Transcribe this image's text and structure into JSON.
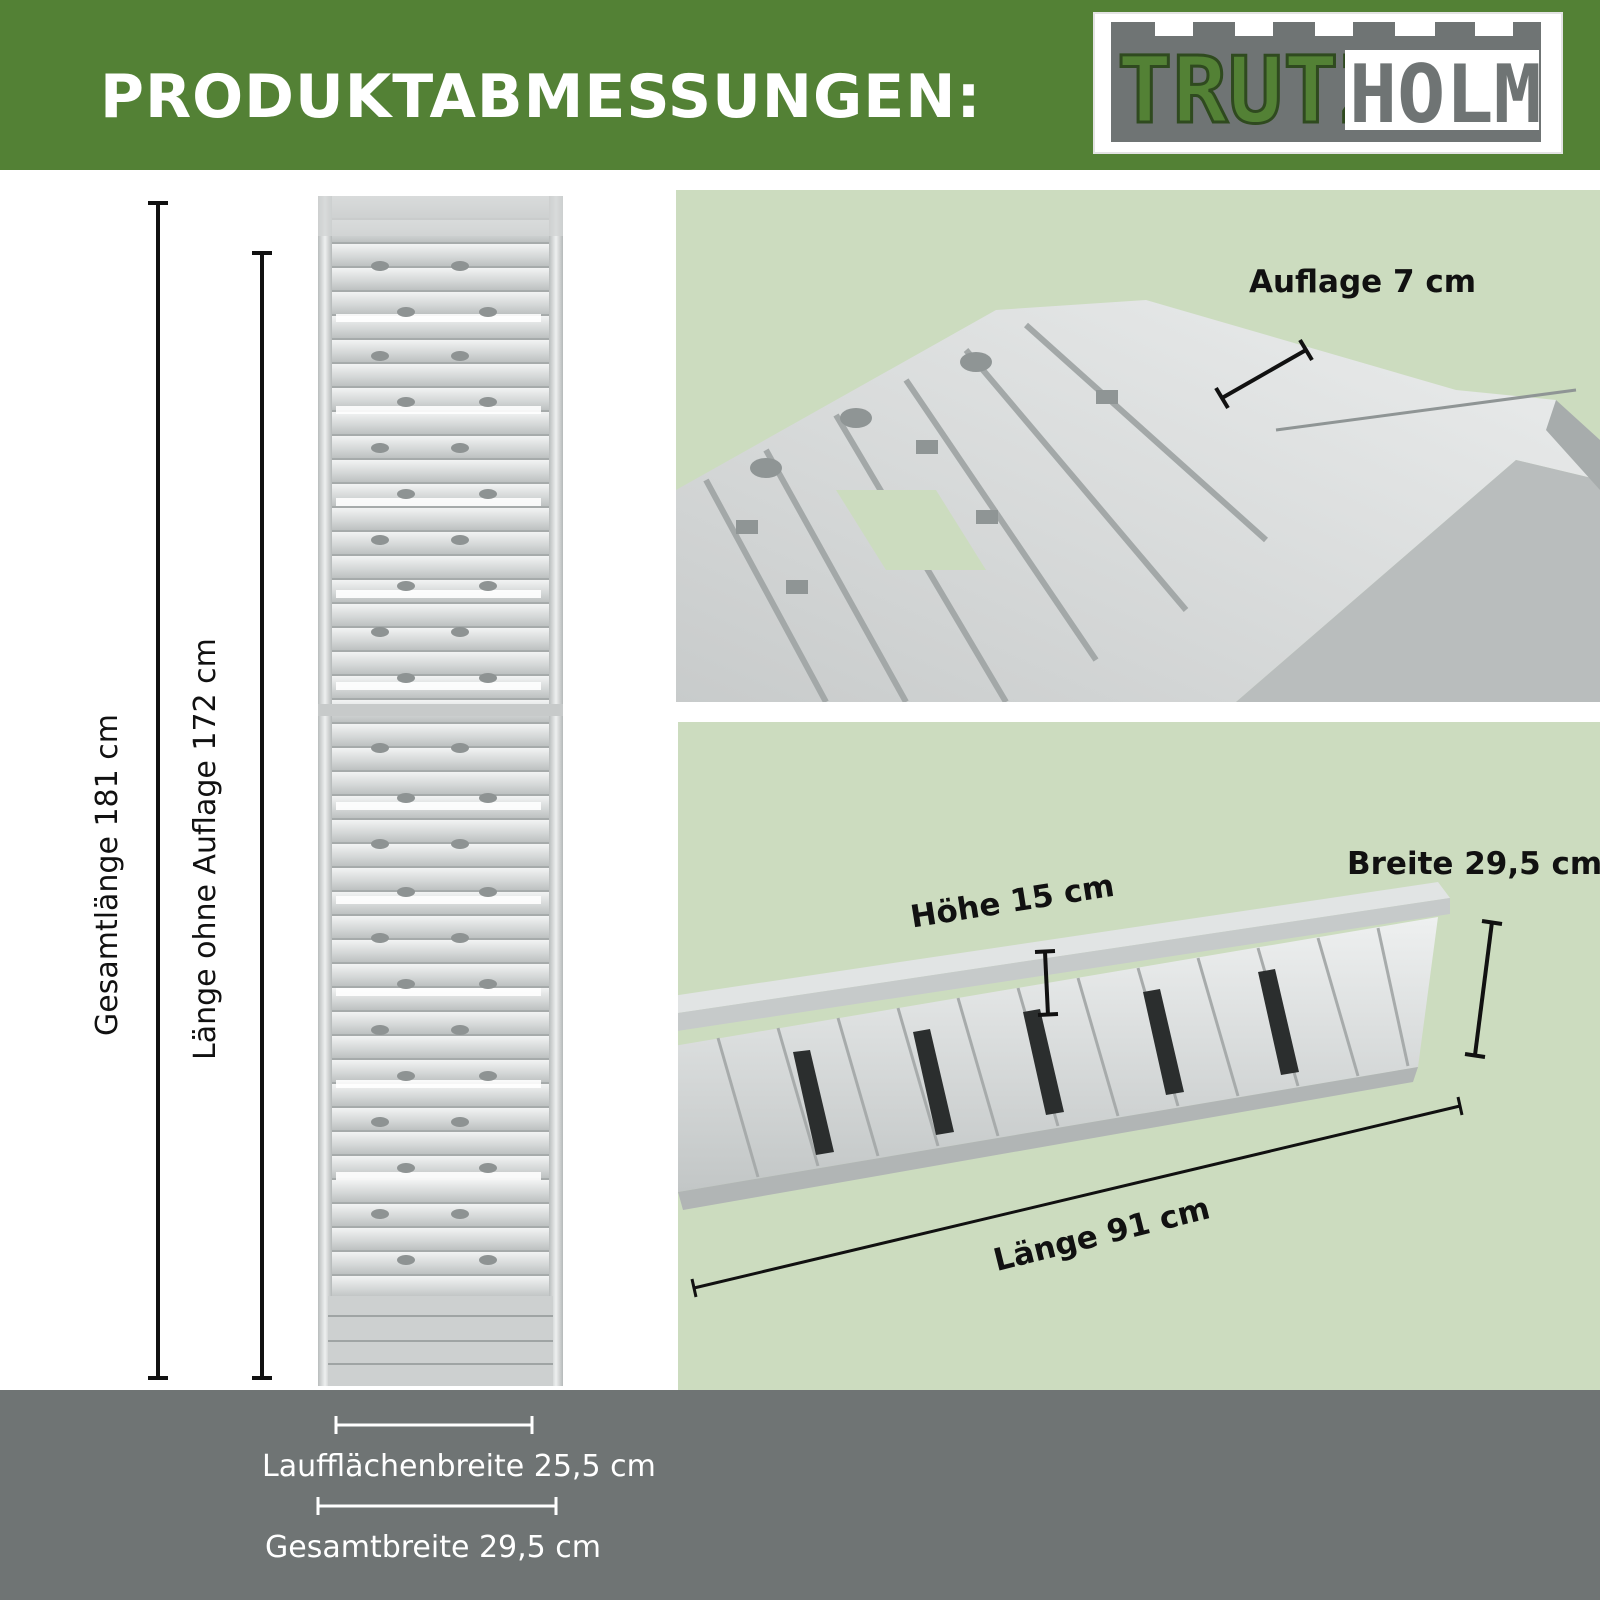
{
  "header": {
    "title": "PRODUKTABMESSUNGEN:",
    "background_color": "#538135"
  },
  "logo": {
    "part1": "TRUTZ",
    "part2": "HOLM",
    "part1_color": "#538135",
    "part2_color": "#6f7474"
  },
  "dimensions": {
    "total_length": "Gesamtlänge 181 cm",
    "length_without_support": "Länge ohne Auflage 172 cm",
    "support": "Auflage 7 cm",
    "height": "Höhe 15 cm",
    "width_folded": "Breite 29,5 cm",
    "length_folded": "Länge 91 cm",
    "tread_width": "Laufflächenbreite 25,5 cm",
    "total_width": "Gesamtbreite 29,5 cm"
  },
  "colors": {
    "panel_background": "#ccdcbf",
    "footer_background": "#6f7474",
    "aluminium": "#d9dcdc"
  }
}
